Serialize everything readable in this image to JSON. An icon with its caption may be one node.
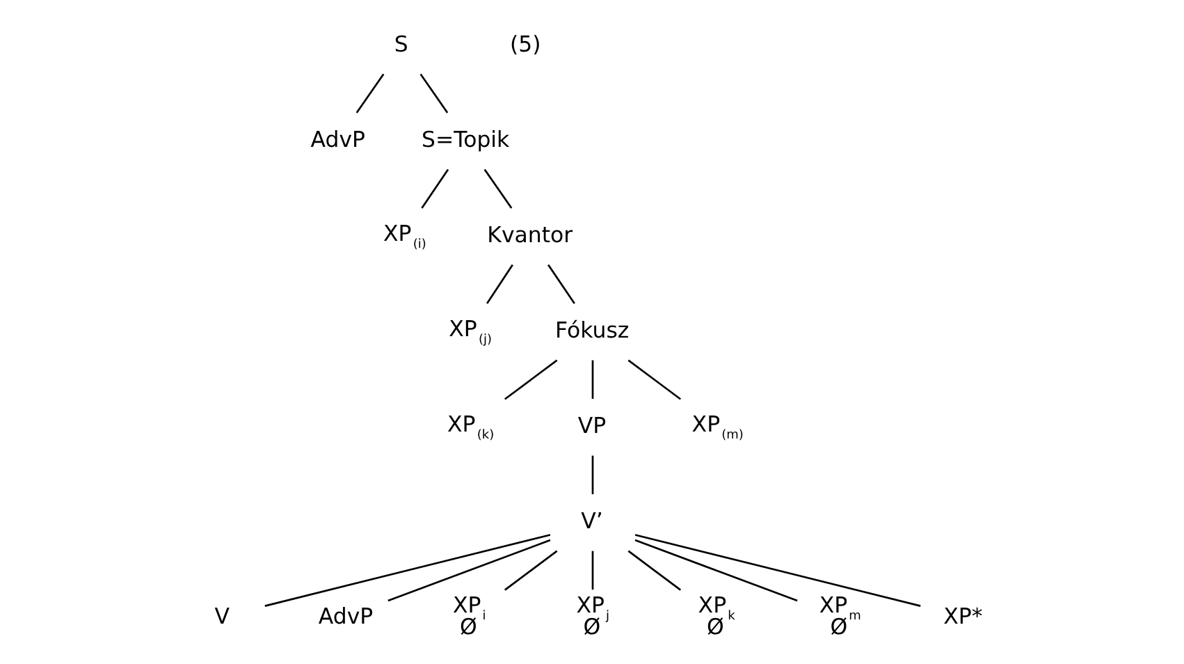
{
  "diagram": {
    "nodes": [
      {
        "text": [
          "S"
        ]
      },
      {
        "text": [
          "AdvP"
        ]
      },
      {
        "text": [
          "S=Topik"
        ]
      },
      {
        "text": [
          "XP$_{(i)}$"
        ]
      },
      {
        "text": [
          "Kvantor"
        ]
      },
      {
        "text": [
          "XP$_{(j)}$"
        ]
      },
      {
        "text": [
          "Fókusz"
        ]
      },
      {
        "text": [
          "XP$_{(k)}$"
        ]
      },
      {
        "text": [
          "VP"
        ]
      },
      {
        "text": [
          "XP$_{(m)}$"
        ]
      },
      {
        "text": [
          "V’"
        ]
      },
      {
        "text": [
          "V"
        ]
      },
      {
        "text": [
          "AdvP"
        ]
      },
      {
        "text": [
          "XP$_{i}$",
          "Ø"
        ]
      },
      {
        "text": [
          "XP$_{j}$",
          "Ø"
        ]
      },
      {
        "text": [
          "XP$_{k}$",
          "Ø"
        ]
      },
      {
        "text": [
          "XP$_{m}$",
          "Ø"
        ]
      },
      {
        "text": [
          "XP*"
        ]
      }
    ],
    "edges": [
      {
        "from": 0,
        "to": 1,
        "arrow": "none"
      },
      {
        "from": 0,
        "to": 2,
        "arrow": "none"
      },
      {
        "from": 2,
        "to": 3,
        "arrow": "none"
      },
      {
        "from": 2,
        "to": 4,
        "arrow": "none"
      },
      {
        "from": 4,
        "to": 5,
        "arrow": "none"
      },
      {
        "from": 4,
        "to": 6,
        "arrow": "none"
      },
      {
        "from": 6,
        "to": 7,
        "arrow": "none"
      },
      {
        "from": 6,
        "to": 8,
        "arrow": "none"
      },
      {
        "from": 6,
        "to": 9,
        "arrow": "none"
      },
      {
        "from": 8,
        "to": 10,
        "arrow": "none"
      },
      {
        "from": 10,
        "to": 11,
        "arrow": "none"
      },
      {
        "from": 10,
        "to": 12,
        "arrow": "none"
      },
      {
        "from": 10,
        "to": 13,
        "arrow": "none"
      },
      {
        "from": 10,
        "to": 14,
        "arrow": "none"
      },
      {
        "from": 10,
        "to": 15,
        "arrow": "none"
      },
      {
        "from": 10,
        "to": 16,
        "arrow": "none"
      },
      {
        "from": 10,
        "to": 17,
        "arrow": "none"
      }
    ],
    "labels": [
      "(5)"
    ]
  }
}
